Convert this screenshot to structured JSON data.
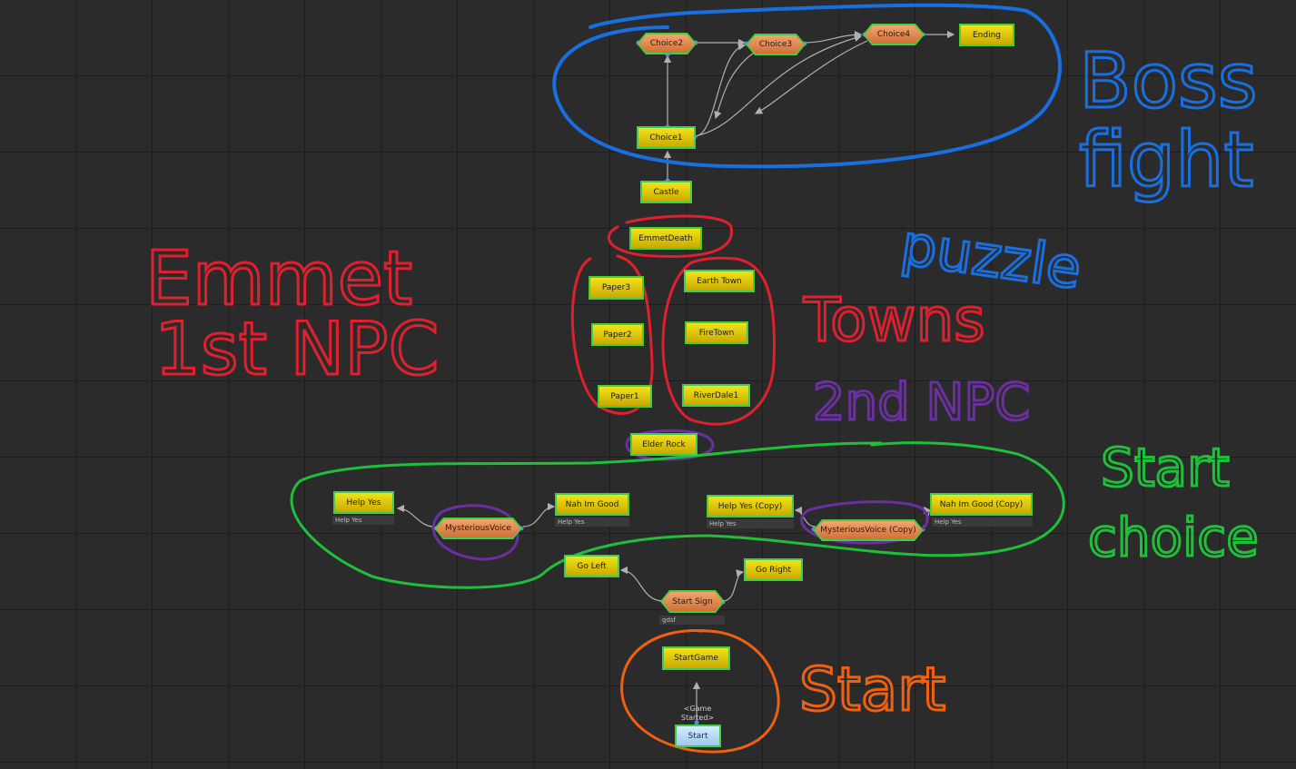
{
  "nodes": {
    "choice2": "Choice2",
    "choice3": "Choice3",
    "choice4": "Choice4",
    "ending": "Ending",
    "choice1": "Choice1",
    "castle": "Castle",
    "emmet_death": "EmmetDeath",
    "paper3": "Paper3",
    "paper2": "Paper2",
    "paper1": "Paper1",
    "earth_town": "Earth Town",
    "fire_town": "FireTown",
    "riverdale1": "RiverDale1",
    "elder_rock": "Elder Rock",
    "help_yes": "Help Yes",
    "mysterious_voice": "MysteriousVoice",
    "nah_im_good": "Nah Im Good",
    "help_yes_copy": "Help Yes (Copy)",
    "mysterious_voice_copy": "MysteriousVoice (Copy)",
    "nah_im_good_copy": "Nah Im Good (Copy)",
    "go_left": "Go Left",
    "go_right": "Go Right",
    "start_sign": "Start Sign",
    "start_game": "StartGame",
    "start": "Start"
  },
  "node_subtitles": {
    "help_yes": "Help Yes",
    "nah_im_good": "Help Yes",
    "help_yes_copy": "Help Yes",
    "nah_im_good_copy": "Help Yes",
    "start_sign": "gdsf"
  },
  "event_label_line1": "<Game",
  "event_label_line2": "Started>",
  "annotations": {
    "boss_line1": "Boss",
    "boss_line2": "fight",
    "puzzle": "puzzle",
    "emmet_line1": "Emmet",
    "emmet_line2": "1st NPC",
    "towns": "Towns",
    "second_npc": "2nd NPC",
    "start_choice_line1": "Start",
    "start_choice_line2": "choice",
    "start": "Start"
  },
  "colors": {
    "background": "#2b2b2b",
    "node_yellow": "#e6d000",
    "node_border": "#3fcf3f",
    "choice_orange": "#e38a4f",
    "start_node": "#b9dcfa",
    "connector": "#b0b0b0",
    "port": "#4a8fe0",
    "ink_blue": "#1a6fe0",
    "ink_red": "#e0202e",
    "ink_purple": "#6a2fa0",
    "ink_green": "#1fbf3a",
    "ink_orange": "#f06010"
  }
}
